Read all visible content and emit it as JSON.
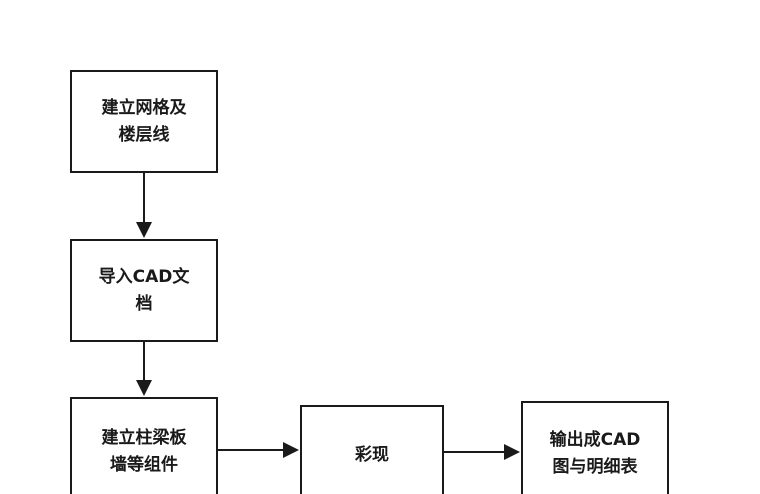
{
  "diagram": {
    "nodes": [
      {
        "id": "grid",
        "label": "建立网格及\n楼层线"
      },
      {
        "id": "import",
        "label": "导入CAD文\n档"
      },
      {
        "id": "build",
        "label": "建立柱梁板\n墙等组件"
      },
      {
        "id": "render",
        "label": "彩现"
      },
      {
        "id": "output",
        "label": "输出成CAD\n图与明细表"
      }
    ],
    "edges": [
      {
        "from": "grid",
        "to": "import"
      },
      {
        "from": "import",
        "to": "build"
      },
      {
        "from": "build",
        "to": "render"
      },
      {
        "from": "render",
        "to": "output"
      }
    ]
  }
}
